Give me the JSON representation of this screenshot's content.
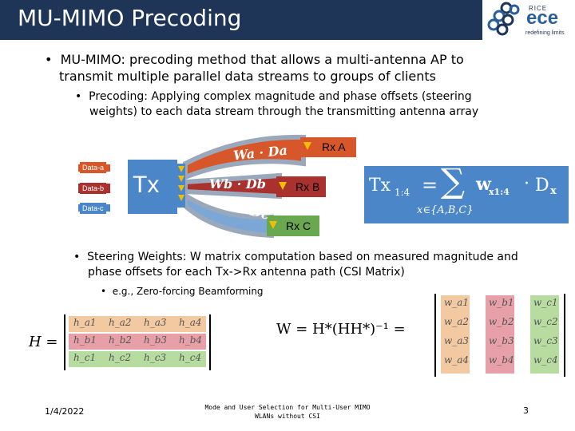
{
  "slide": {
    "title": "MU-MIMO Precoding",
    "logo": {
      "rice": "RICE",
      "ece": "ece",
      "tagline": "redefining limits"
    },
    "bullets": {
      "b1": "MU-MIMO: precoding method that allows a multi-antenna AP to transmit multiple parallel data streams to groups of clients",
      "b2": "Precoding: Applying complex magnitude and phase offsets (steering weights) to each data stream through the transmitting antenna array",
      "b3": "Steering Weights: W matrix computation based on measured magnitude and phase offsets for each Tx->Rx antenna path (CSI Matrix)",
      "b4": "e.g., Zero-forcing Beamforming"
    },
    "diagram": {
      "tx_label": "Tx",
      "data_labels": [
        "Data-a",
        "Data-b",
        "Data-c"
      ],
      "beam_labels": {
        "a": "Wa · Da",
        "b": "Wb · Db",
        "c": "Wc · Dc"
      },
      "receivers": [
        "Rx A",
        "Rx B",
        "Rx C"
      ]
    },
    "equation": {
      "lhs": "Tx",
      "lhs_sub": "1:4",
      "eq": "=",
      "sum": "∑",
      "term": "w",
      "term_sub": "x1:4",
      "dot": "·",
      "d": "D",
      "d_sub": "x",
      "sum_sub": "x∈{A,B,C}"
    },
    "h_matrix": {
      "label": "H =",
      "rows": [
        [
          "h_a1",
          "h_a2",
          "h_a3",
          "h_a4"
        ],
        [
          "h_b1",
          "h_b2",
          "h_b3",
          "h_b4"
        ],
        [
          "h_c1",
          "h_c2",
          "h_c3",
          "h_c4"
        ]
      ]
    },
    "w_formula": "W = H*(HH*)⁻¹ =",
    "w_matrix": {
      "cols": [
        [
          "w_a1",
          "w_a2",
          "w_a3",
          "w_a4"
        ],
        [
          "w_b1",
          "w_b2",
          "w_b3",
          "w_b4"
        ],
        [
          "w_c1",
          "w_c2",
          "w_c3",
          "w_c4"
        ]
      ]
    },
    "footer": {
      "date": "1/4/2022",
      "center": "Mode and User Selection for Multi-User MIMO WLANs without CSI",
      "page": "3"
    },
    "colors": {
      "header": "#1f3557",
      "row_a": "#f2c9a0",
      "row_b": "#e8a0a8",
      "row_c": "#b6dca0",
      "beam_a": "#d7572b",
      "beam_b": "#a9322f",
      "beam_c": "#7aa7d6"
    }
  }
}
